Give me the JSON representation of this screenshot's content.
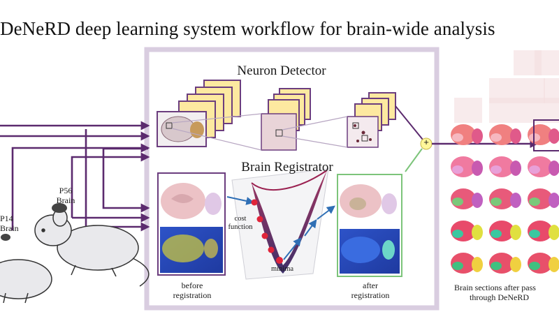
{
  "title": "DeNeRD deep learning system workflow for brain-wide analysis",
  "panel": {
    "neuron_detector": "Neuron Detector",
    "brain_registrator": "Brain Registrator"
  },
  "labels": {
    "p56_brain": [
      "P56",
      "Brain"
    ],
    "p14_brain": [
      "P14",
      "Brain"
    ],
    "before_registration": [
      "before",
      "registration"
    ],
    "after_registration": [
      "after",
      "registration"
    ],
    "cost_function": [
      "cost",
      "function"
    ],
    "minima": "minima",
    "output_caption": [
      "Brain sections after pass",
      "through DeNeRD"
    ],
    "combine_symbol": "+"
  },
  "colors": {
    "arrow_purple": "#5b2a6e",
    "panel_border": "#d9cde0",
    "frame_purple": "#6b3d7e",
    "frame_green": "#7cc47a",
    "feature_yellow": "#fde9a0",
    "cost_arrow": "#5aa0d8",
    "minima_dot": "#e0243a"
  }
}
